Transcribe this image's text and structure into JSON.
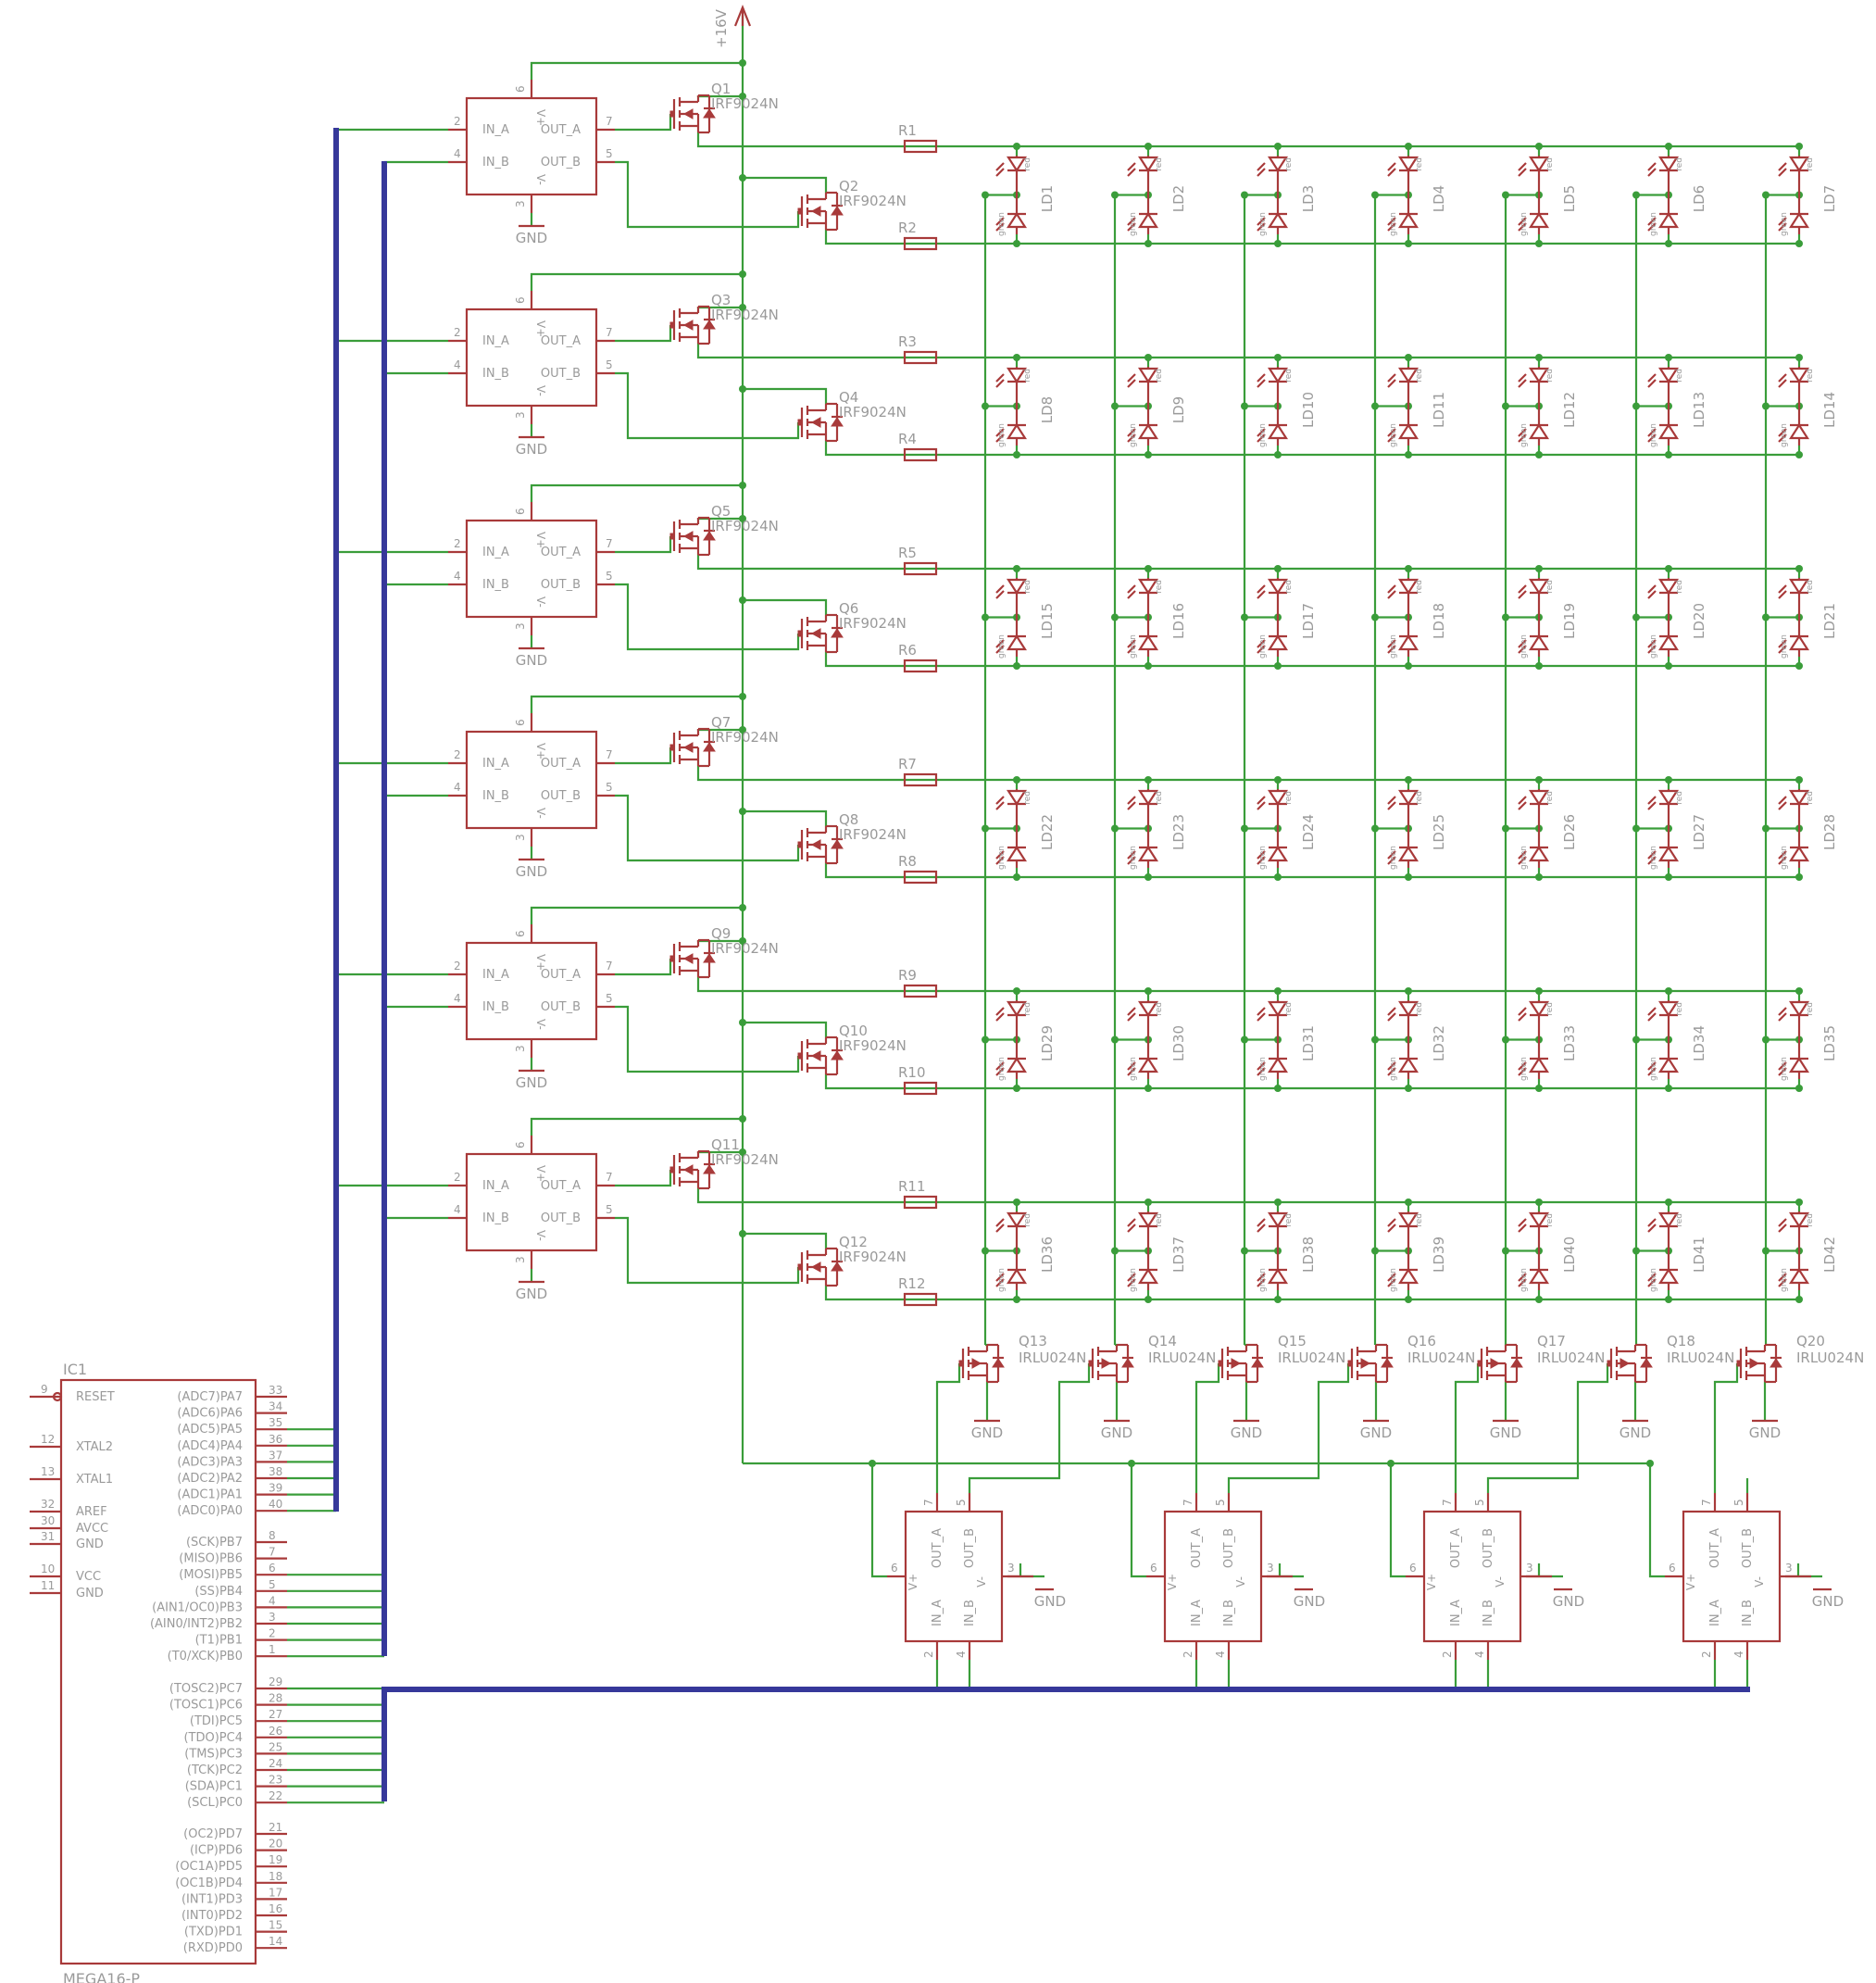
{
  "supply": {
    "label": "+16V"
  },
  "gnd_label": "GND",
  "mcu": {
    "ref": "IC1",
    "value": "MEGA16-P",
    "left_pins": [
      {
        "num": "9",
        "name": "RESET"
      },
      {
        "num": "12",
        "name": "XTAL2"
      },
      {
        "num": "13",
        "name": "XTAL1"
      },
      {
        "num": "32",
        "name": "AREF"
      },
      {
        "num": "30",
        "name": "AVCC"
      },
      {
        "num": "31",
        "name": "GND"
      },
      {
        "num": "10",
        "name": "VCC"
      },
      {
        "num": "11",
        "name": "GND"
      }
    ],
    "right_pins": [
      {
        "num": "33",
        "name": "(ADC7)PA7"
      },
      {
        "num": "34",
        "name": "(ADC6)PA6"
      },
      {
        "num": "35",
        "name": "(ADC5)PA5"
      },
      {
        "num": "36",
        "name": "(ADC4)PA4"
      },
      {
        "num": "37",
        "name": "(ADC3)PA3"
      },
      {
        "num": "38",
        "name": "(ADC2)PA2"
      },
      {
        "num": "39",
        "name": "(ADC1)PA1"
      },
      {
        "num": "40",
        "name": "(ADC0)PA0"
      },
      {
        "num": "8",
        "name": "(SCK)PB7"
      },
      {
        "num": "7",
        "name": "(MISO)PB6"
      },
      {
        "num": "6",
        "name": "(MOSI)PB5"
      },
      {
        "num": "5",
        "name": "(SS)PB4"
      },
      {
        "num": "4",
        "name": "(AIN1/OC0)PB3"
      },
      {
        "num": "3",
        "name": "(AIN0/INT2)PB2"
      },
      {
        "num": "2",
        "name": "(T1)PB1"
      },
      {
        "num": "1",
        "name": "(T0/XCK)PB0"
      },
      {
        "num": "29",
        "name": "(TOSC2)PC7"
      },
      {
        "num": "28",
        "name": "(TOSC1)PC6"
      },
      {
        "num": "27",
        "name": "(TDI)PC5"
      },
      {
        "num": "26",
        "name": "(TDO)PC4"
      },
      {
        "num": "25",
        "name": "(TMS)PC3"
      },
      {
        "num": "24",
        "name": "(TCK)PC2"
      },
      {
        "num": "23",
        "name": "(SDA)PC1"
      },
      {
        "num": "22",
        "name": "(SCL)PC0"
      },
      {
        "num": "21",
        "name": "(OC2)PD7"
      },
      {
        "num": "20",
        "name": "(ICP)PD6"
      },
      {
        "num": "19",
        "name": "(OC1A)PD5"
      },
      {
        "num": "18",
        "name": "(OC1B)PD4"
      },
      {
        "num": "17",
        "name": "(INT1)PD3"
      },
      {
        "num": "16",
        "name": "(INT0)PD2"
      },
      {
        "num": "15",
        "name": "(TXD)PD1"
      },
      {
        "num": "14",
        "name": "(RXD)PD0"
      }
    ]
  },
  "driver": {
    "pins": {
      "in_a": "IN_A",
      "in_b": "IN_B",
      "out_a": "OUT_A",
      "out_b": "OUT_B",
      "vplus": "V+",
      "vminus": "V-"
    },
    "pin_nums": {
      "in_a": "2",
      "in_b": "4",
      "out_a": "7",
      "out_b": "5",
      "vplus": "6",
      "vminus": "3"
    }
  },
  "pmos": {
    "value": "IRF9024N",
    "refs": [
      "Q1",
      "Q2",
      "Q3",
      "Q4",
      "Q5",
      "Q6",
      "Q7",
      "Q8",
      "Q9",
      "Q10",
      "Q11",
      "Q12"
    ]
  },
  "nmos": {
    "value": "IRLU024N",
    "refs": [
      "Q13",
      "Q14",
      "Q15",
      "Q16",
      "Q17",
      "Q18",
      "Q20"
    ]
  },
  "resistors": [
    "R1",
    "R2",
    "R3",
    "R4",
    "R5",
    "R6",
    "R7",
    "R8",
    "R9",
    "R10",
    "R11",
    "R12"
  ],
  "led": {
    "color_a": "red",
    "color_b": "green",
    "refs": [
      "LD1",
      "LD2",
      "LD3",
      "LD4",
      "LD5",
      "LD6",
      "LD7",
      "LD8",
      "LD9",
      "LD10",
      "LD11",
      "LD12",
      "LD13",
      "LD14",
      "LD15",
      "LD16",
      "LD17",
      "LD18",
      "LD19",
      "LD20",
      "LD21",
      "LD22",
      "LD23",
      "LD24",
      "LD25",
      "LD26",
      "LD27",
      "LD28",
      "LD29",
      "LD30",
      "LD31",
      "LD32",
      "LD33",
      "LD34",
      "LD35",
      "LD36",
      "LD37",
      "LD38",
      "LD39",
      "LD40",
      "LD41",
      "LD42"
    ]
  },
  "colors": {
    "net": "#3a9d3a",
    "symbol": "#a83a3a",
    "bus": "#36389a",
    "label": "#9a9a9a"
  }
}
